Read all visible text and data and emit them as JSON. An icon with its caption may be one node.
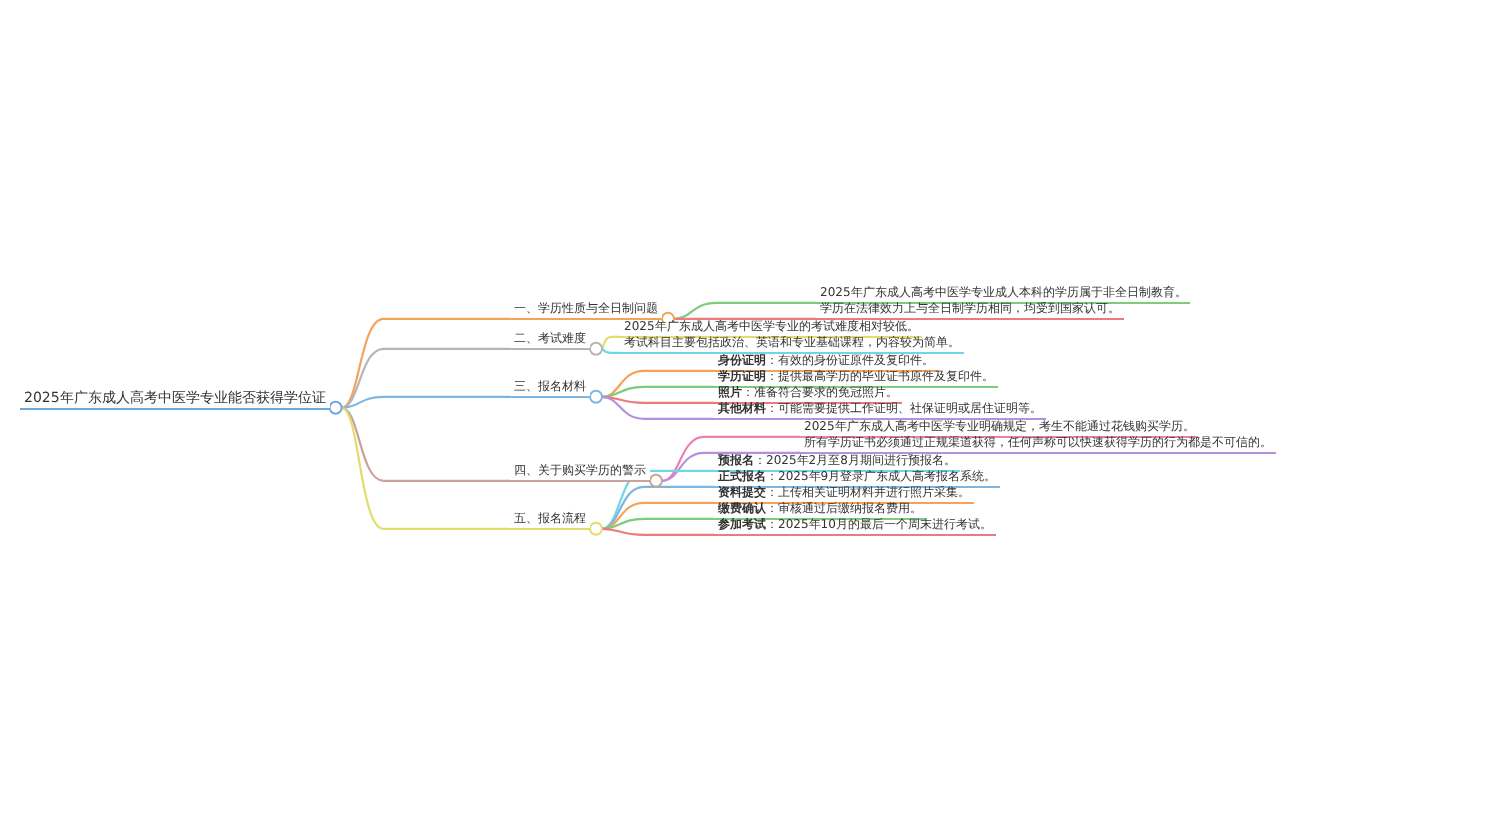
{
  "diagram": {
    "nodes": [
      {
        "text": [
          "2025年广东成人高考中医学专业能否获得学位证"
        ]
      },
      {
        "text": [
          "一、学历性质与全日制问题"
        ]
      },
      {
        "text": [
          "2025年广东成人高考中医学专业成人本科的学历属于非全日制教育。"
        ]
      },
      {
        "text": [
          "学历在法律效力上与全日制学历相同，均受到国家认可。"
        ]
      },
      {
        "text": [
          "二、考试难度"
        ]
      },
      {
        "text": [
          "2025年广东成人高考中医学专业的考试难度相对较低。"
        ]
      },
      {
        "text": [
          "考试科目主要包括政治、英语和专业基础课程，内容较为简单。"
        ]
      },
      {
        "text": [
          "三、报名材料"
        ]
      },
      {
        "text": [
          "**身份证明**：有效的身份证原件及复印件。"
        ]
      },
      {
        "text": [
          "**学历证明**：提供最高学历的毕业证书原件及复印件。"
        ]
      },
      {
        "text": [
          "**照片**：准备符合要求的免冠照片。"
        ]
      },
      {
        "text": [
          "**其他材料**：可能需要提供工作证明、社保证明或居住证明等。"
        ]
      },
      {
        "text": [
          "四、关于购买学历的警示"
        ]
      },
      {
        "text": [
          "2025年广东成人高考中医学专业明确规定，考生不能通过花钱购买学历。"
        ]
      },
      {
        "text": [
          "所有学历证书必须通过正规渠道获得，任何声称可以快速获得学历的行为都是不可信的。"
        ]
      },
      {
        "text": [
          "五、报名流程"
        ]
      },
      {
        "text": [
          "**预报名**：2025年2月至8月期间进行预报名。"
        ]
      },
      {
        "text": [
          "**正式报名**：2025年9月登录广东成人高考报名系统。"
        ]
      },
      {
        "text": [
          "**资料提交**：上传相关证明材料并进行照片采集。"
        ]
      },
      {
        "text": [
          "**缴费确认**：审核通过后缴纳报名费用。"
        ]
      },
      {
        "text": [
          "**参加考试**：2025年10月的最后一个周末进行考试。"
        ]
      }
    ],
    "edges": [
      {
        "from": 0,
        "to": 1,
        "arrow": "none",
        "color": "#f5a35a"
      },
      {
        "from": 0,
        "to": 4,
        "arrow": "none",
        "color": "#b5b5b5"
      },
      {
        "from": 0,
        "to": 7,
        "arrow": "none",
        "color": "#7eb6e3"
      },
      {
        "from": 0,
        "to": 12,
        "arrow": "none",
        "color": "#c9a29b"
      },
      {
        "from": 0,
        "to": 15,
        "arrow": "none",
        "color": "#e2dc6e"
      },
      {
        "from": 1,
        "to": 2,
        "arrow": "none",
        "color": "#7ccc7c"
      },
      {
        "from": 1,
        "to": 3,
        "arrow": "none",
        "color": "#ee7b7b"
      },
      {
        "from": 4,
        "to": 5,
        "arrow": "none",
        "color": "#e2dc6e"
      },
      {
        "from": 4,
        "to": 6,
        "arrow": "none",
        "color": "#6fd6e6"
      },
      {
        "from": 7,
        "to": 8,
        "arrow": "none",
        "color": "#f5a35a"
      },
      {
        "from": 7,
        "to": 9,
        "arrow": "none",
        "color": "#7ccc7c"
      },
      {
        "from": 7,
        "to": 10,
        "arrow": "none",
        "color": "#ee7b7b"
      },
      {
        "from": 7,
        "to": 11,
        "arrow": "none",
        "color": "#b690dc"
      },
      {
        "from": 12,
        "to": 13,
        "arrow": "none",
        "color": "#ec7fae"
      },
      {
        "from": 12,
        "to": 14,
        "arrow": "none",
        "color": "#b690dc"
      },
      {
        "from": 15,
        "to": 16,
        "arrow": "none",
        "color": "#6fd6e6"
      },
      {
        "from": 15,
        "to": 17,
        "arrow": "none",
        "color": "#7eb6e3"
      },
      {
        "from": 15,
        "to": 18,
        "arrow": "none",
        "color": "#f5a35a"
      },
      {
        "from": 15,
        "to": 19,
        "arrow": "none",
        "color": "#7ccc7c"
      },
      {
        "from": 15,
        "to": 20,
        "arrow": "none",
        "color": "#ee7b7b"
      }
    ]
  }
}
